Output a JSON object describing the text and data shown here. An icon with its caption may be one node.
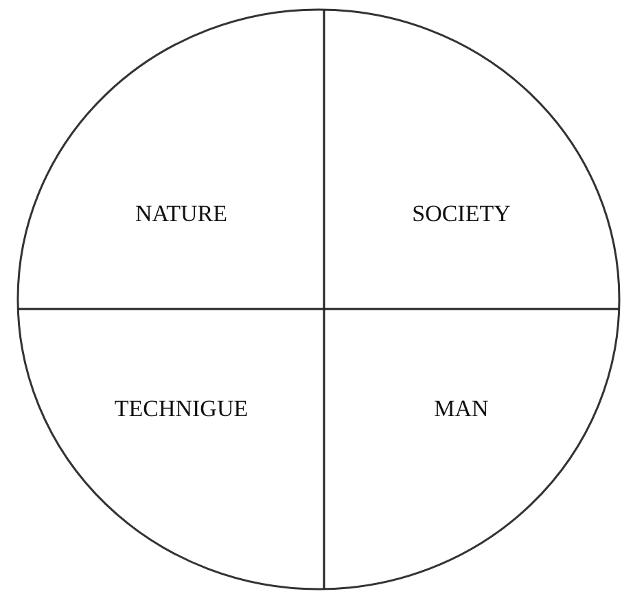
{
  "diagram": {
    "nodes": [
      {
        "text": [],
        "shape": "circle"
      },
      {
        "text": [
          "NATURE"
        ],
        "in": 0
      },
      {
        "text": [
          "SOCIETY"
        ],
        "in": 0
      },
      {
        "text": [
          "TECHNIGUE"
        ],
        "in": 0
      },
      {
        "text": [
          "MAN"
        ],
        "in": 0
      }
    ]
  }
}
